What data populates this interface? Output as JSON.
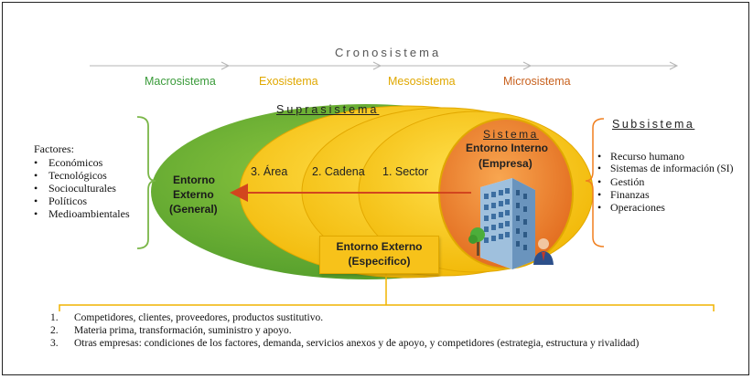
{
  "cronosistema": {
    "title": "Cronosistema",
    "levels": [
      {
        "label": "Macrosistema",
        "color": "#3a9b3a"
      },
      {
        "label": "Exosistema",
        "color": "#e0a800"
      },
      {
        "label": "Mesosistema",
        "color": "#e0a800"
      },
      {
        "label": "Microsistema",
        "color": "#c8611e"
      }
    ]
  },
  "suprasistema": {
    "label": "Suprasistema"
  },
  "sistema": {
    "label": "Sistema",
    "inner_line1": "Entorno Interno",
    "inner_line2": "(Empresa)"
  },
  "entorno_externo_general": {
    "line1": "Entorno",
    "line2": "Externo",
    "line3": "(General)"
  },
  "rings": [
    {
      "label": "3. Área"
    },
    {
      "label": "2. Cadena"
    },
    {
      "label": "1. Sector"
    }
  ],
  "entorno_externo_especifico": {
    "line1": "Entorno Externo",
    "line2": "(Especifico)"
  },
  "factores": {
    "title": "Factores:",
    "items": [
      "Económicos",
      "Tecnológicos",
      "Socioculturales",
      "Políticos",
      "Medioambientales"
    ]
  },
  "subsistema": {
    "title": "Subsistema",
    "items": [
      "Recurso humano",
      "Sistemas de información (SI)",
      "Gestión",
      "Finanzas",
      "Operaciones"
    ]
  },
  "notes": [
    {
      "num": "1.",
      "text": "Competidores, clientes, proveedores, productos sustitutivo."
    },
    {
      "num": "2.",
      "text": "Materia prima, transformación, suministro y apoyo."
    },
    {
      "num": "3.",
      "text": "Otras empresas: condiciones de los factores, demanda, servicios anexos y de apoyo, y competidores (estrategia, estructura y rivalidad)"
    }
  ],
  "colors": {
    "green": "#5aa02c",
    "yellow": "#f2c200",
    "orange": "#f07f1f",
    "bracket": "#7ab648"
  }
}
